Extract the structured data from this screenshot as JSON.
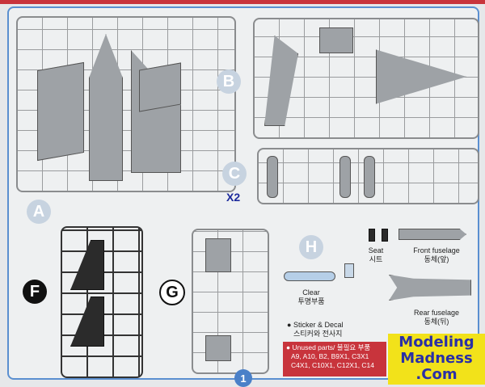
{
  "sprues": {
    "a": "A",
    "b": "B",
    "c": "C",
    "f": "F",
    "g": "G",
    "h": "H"
  },
  "c_quantity": "X2",
  "labels": {
    "seat_en": "Seat",
    "seat_ko": "시트",
    "front_en": "Front fuselage",
    "front_ko": "동체(앞)",
    "clear_en": "Clear",
    "clear_ko": "투명부품",
    "rear_en": "Rear fuselage",
    "rear_ko": "동체(뒤)",
    "sticker_en": "Sticker & Decal",
    "sticker_ko": "스티커와 전사지"
  },
  "unused": {
    "title": "Unused parts/ 불필요 부품",
    "line1": "A9, A10, B2, B9X1, C3X1",
    "line2": "C4X1, C10X1, C12X1, C14"
  },
  "logo": {
    "line1": "Modeling",
    "line2": "Madness",
    "line3": ".Com"
  },
  "page_number": "1"
}
